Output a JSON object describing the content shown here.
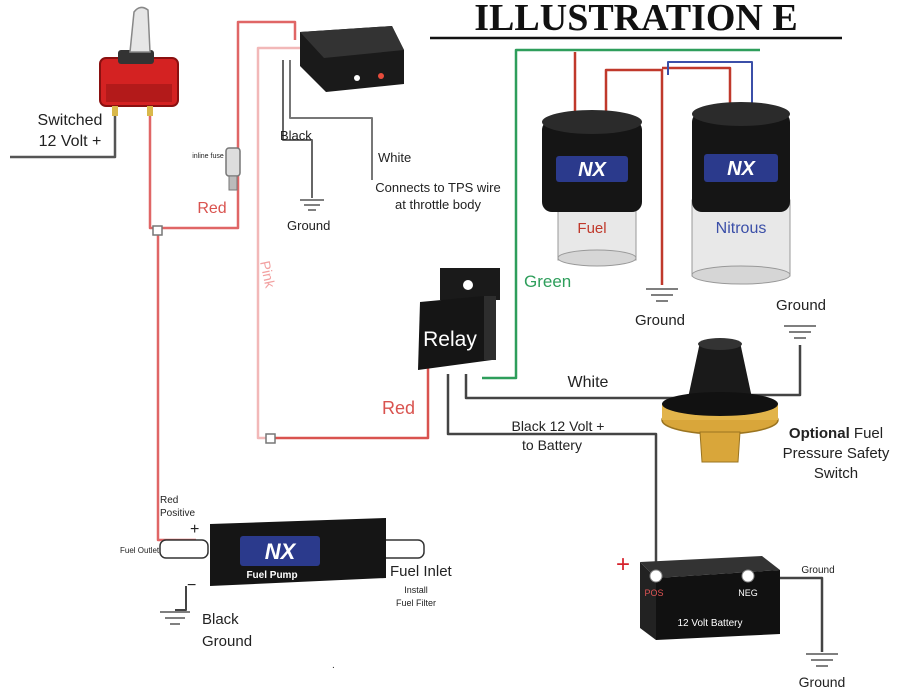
{
  "title": "ILLUSTRATION E",
  "switch": {
    "label_line1": "Switched",
    "label_line2": "12 Volt +"
  },
  "fuse": {
    "label": "inline fuse"
  },
  "wires": {
    "red_top": "Red",
    "pink": "Pink",
    "red_relay": "Red",
    "green": "Green",
    "white_pressure": "White",
    "black_battery_line1": "Black 12 Volt +",
    "black_battery_line2": "to Battery",
    "red_positive_line1": "Red",
    "red_positive_line2": "Positive"
  },
  "tps_module": {
    "black_label": "Black",
    "ground_label": "Ground",
    "white_label": "White",
    "note_line1": "Connects to TPS wire",
    "note_line2": "at throttle body"
  },
  "solenoids": {
    "fuel_label": "Fuel",
    "nitrous_label": "Nitrous",
    "logo": "NX",
    "ground_label": "Ground",
    "colors": {
      "red": "#c0392b",
      "blue": "#3b4fa8",
      "fuel_text": "#c0392b",
      "nitrous_text": "#3b4fa8"
    }
  },
  "relay": {
    "label": "Relay"
  },
  "pressure_switch": {
    "ground_label": "Ground",
    "optional_bold": "Optional",
    "optional_rest": "Fuel",
    "line2": "Pressure Safety",
    "line3": "Switch"
  },
  "fuel_pump": {
    "logo": "NX",
    "name": "Fuel Pump",
    "outlet": "Fuel Outlet",
    "inlet": "Fuel Inlet",
    "install_line1": "Install",
    "install_line2": "Fuel Filter",
    "plus": "+",
    "minus": "−",
    "black_label": "Black",
    "ground_label": "Ground"
  },
  "battery": {
    "plus": "+",
    "pos": "POS",
    "neg": "NEG",
    "name": "12 Volt Battery",
    "ground_top": "Ground",
    "ground_bottom": "Ground"
  },
  "colors": {
    "red_wire": "#e06666",
    "pink_wire": "#f2b8b8",
    "green_wire": "#2e9e5b",
    "dark_wire": "#444444",
    "nx_blue": "#2b3a8c",
    "nx_red": "#d6212b"
  }
}
